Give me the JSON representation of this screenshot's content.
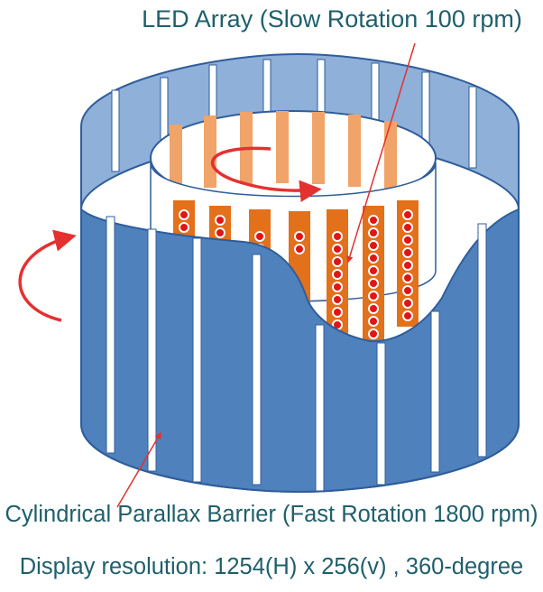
{
  "labels": {
    "led_array": "LED Array (Slow Rotation 100 rpm)",
    "barrier": "Cylindrical Parallax Barrier (Fast Rotation 1800 rpm)",
    "resolution": "Display resolution: 1254(H) x 256(v) , 360-degree"
  },
  "colors": {
    "barrier_front": "#4f81bd",
    "barrier_inner": "#8eb0d9",
    "barrier_edge": "#2f5d9a",
    "led_strip": "#f0a46a",
    "led_strip_dark": "#e3701a",
    "led_dot": "#e01616",
    "arrow": "#e53030",
    "text": "#1f5f6b"
  }
}
